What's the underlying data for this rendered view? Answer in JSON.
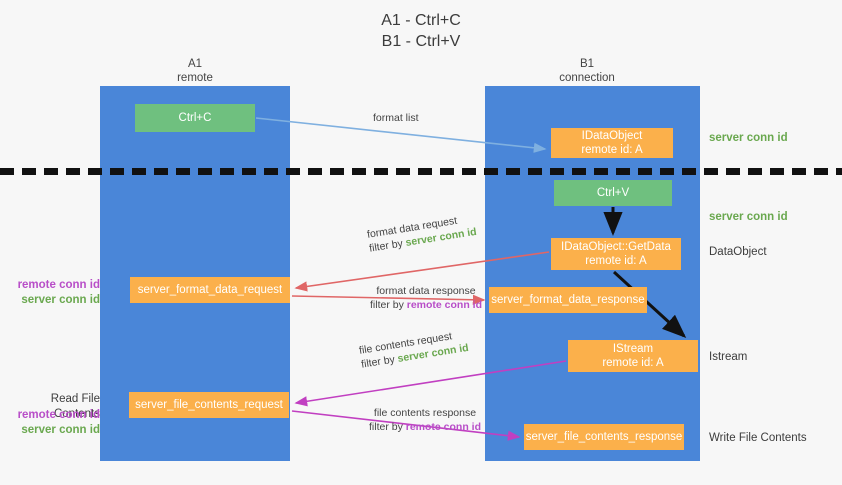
{
  "title": {
    "line1": "A1 - Ctrl+C",
    "line2": "B1 - Ctrl+V"
  },
  "columns": [
    {
      "name": "A1",
      "sub": "remote"
    },
    {
      "name": "B1",
      "sub": "connection"
    }
  ],
  "boxes": {
    "ctrl_c": "Ctrl+C",
    "ctrl_v": "Ctrl+V",
    "idataobject_l1": "IDataObject",
    "idataobject_l2": "remote id: A",
    "getdata_l1": "IDataObject::GetData",
    "getdata_l2": "remote id: A",
    "istream_l1": "IStream",
    "istream_l2": "remote id: A",
    "server_format_data_request": "server_format_data_request",
    "server_format_data_response": "server_format_data_response",
    "server_file_contents_request": "server_file_contents_request",
    "server_file_contents_response": "server_file_contents_response"
  },
  "side_labels": {
    "server_conn_id_1": "server conn id",
    "server_conn_id_2": "server conn id",
    "dataobject": "DataObject",
    "istream": "Istream",
    "write_file_contents": "Write File Contents",
    "read_file_contents": "Read File Contents",
    "remote_conn_id": "remote conn id",
    "server_conn_id": "server conn id"
  },
  "captions": {
    "format_list": "format list",
    "format_data_request": "format data request",
    "format_data_request_filter_prefix": "filter by ",
    "format_data_request_filter_value": "server conn id",
    "format_data_response": "format data response",
    "format_data_response_filter_prefix": "filter by ",
    "format_data_response_filter_value": "remote conn id",
    "file_contents_request": "file contents request",
    "file_contents_request_filter_prefix": "filter by ",
    "file_contents_request_filter_value": "server conn id",
    "file_contents_response": "file contents response",
    "file_contents_response_filter_prefix": "filter by ",
    "file_contents_response_filter_value": "remote conn id"
  },
  "colors": {
    "lane": "#4a86d8",
    "green_box": "#6fc07f",
    "orange_box": "#fbb04b",
    "green_text": "#6aa84f",
    "magenta_text": "#b84ec8",
    "red_arrow": "#e06666",
    "magenta_arrow": "#c13fc1",
    "light_blue_arrow": "#7fb0e0",
    "black_arrow": "#111111"
  }
}
